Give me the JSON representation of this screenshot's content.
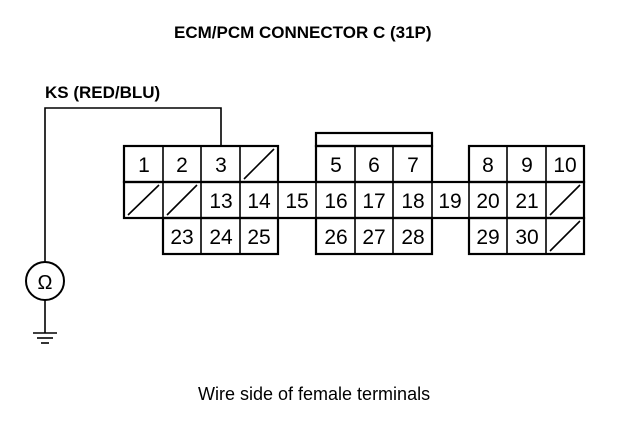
{
  "title": "ECM/PCM CONNECTOR C (31P)",
  "wire_label": "KS (RED/BLU)",
  "caption": "Wire side of female terminals",
  "meter_symbol": "Ω",
  "pins": {
    "p1": "1",
    "p2": "2",
    "p3": "3",
    "p5": "5",
    "p6": "6",
    "p7": "7",
    "p8": "8",
    "p9": "9",
    "p10": "10",
    "p13": "13",
    "p14": "14",
    "p15": "15",
    "p16": "16",
    "p17": "17",
    "p18": "18",
    "p19": "19",
    "p20": "20",
    "p21": "21",
    "p23": "23",
    "p24": "24",
    "p25": "25",
    "p26": "26",
    "p27": "27",
    "p28": "28",
    "p29": "29",
    "p30": "30"
  }
}
